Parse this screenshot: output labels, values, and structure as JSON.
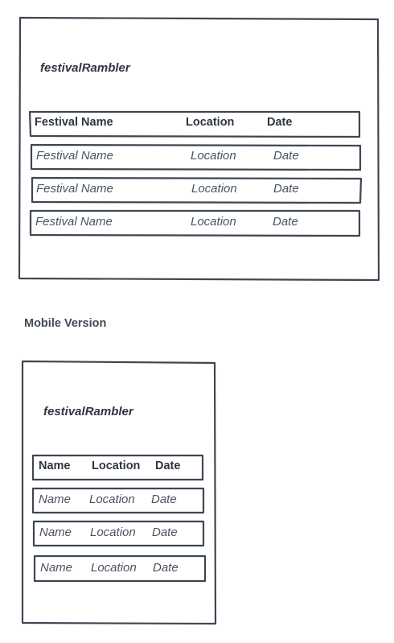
{
  "desktop": {
    "app_title": "festivalRambler",
    "header": {
      "name": "Festival Name",
      "location": "Location",
      "date": "Date"
    },
    "rows": [
      {
        "name": "Festival Name",
        "location": "Location",
        "date": "Date"
      },
      {
        "name": "Festival Name",
        "location": "Location",
        "date": "Date"
      },
      {
        "name": "Festival Name",
        "location": "Location",
        "date": "Date"
      }
    ]
  },
  "mobile_section_label": "Mobile Version",
  "mobile": {
    "app_title": "festivalRambler",
    "header": {
      "name": "Name",
      "location": "Location",
      "date": "Date"
    },
    "rows": [
      {
        "name": "Name",
        "location": "Location",
        "date": "Date"
      },
      {
        "name": "Name",
        "location": "Location",
        "date": "Date"
      },
      {
        "name": "Name",
        "location": "Location",
        "date": "Date"
      }
    ]
  }
}
